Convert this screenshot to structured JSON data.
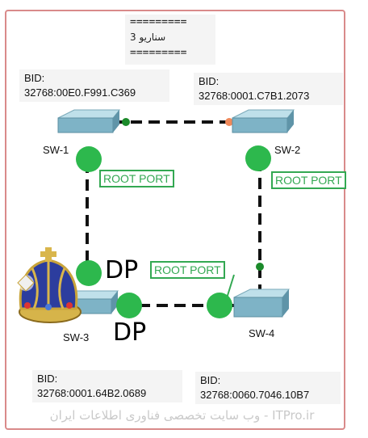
{
  "scenario_note": {
    "line1": "=========",
    "line2": "سناریو 3",
    "line3": "========="
  },
  "switches": [
    {
      "name": "SW-1",
      "bid_label": "BID:",
      "bid": "32768:00E0.F991.C369"
    },
    {
      "name": "SW-2",
      "bid_label": "BID:",
      "bid": "32768:0001.C7B1.2073"
    },
    {
      "name": "SW-3",
      "bid_label": "BID:",
      "bid": "32768:0001.64B2.0689"
    },
    {
      "name": "SW-4",
      "bid_label": "BID:",
      "bid": "32768:0060.7046.10B7"
    }
  ],
  "port_labels": {
    "sw1_root": "ROOT PORT",
    "sw2_root": "ROOT PORT",
    "sw4_root": "ROOT PORT",
    "sw3_dp_a": "DP",
    "sw3_dp_b": "DP"
  },
  "colors": {
    "port_dot": "#2db84d",
    "link_green": "#1b8a2a",
    "link_orange": "#f0895a",
    "root_box": "#33a852",
    "frame": "#d98a8a"
  },
  "icons": {
    "root_bridge": "crown-icon",
    "switch": "switch-icon"
  },
  "footer": "ITPro.ir - وب سایت تخصصی فناوری اطلاعات ایران"
}
